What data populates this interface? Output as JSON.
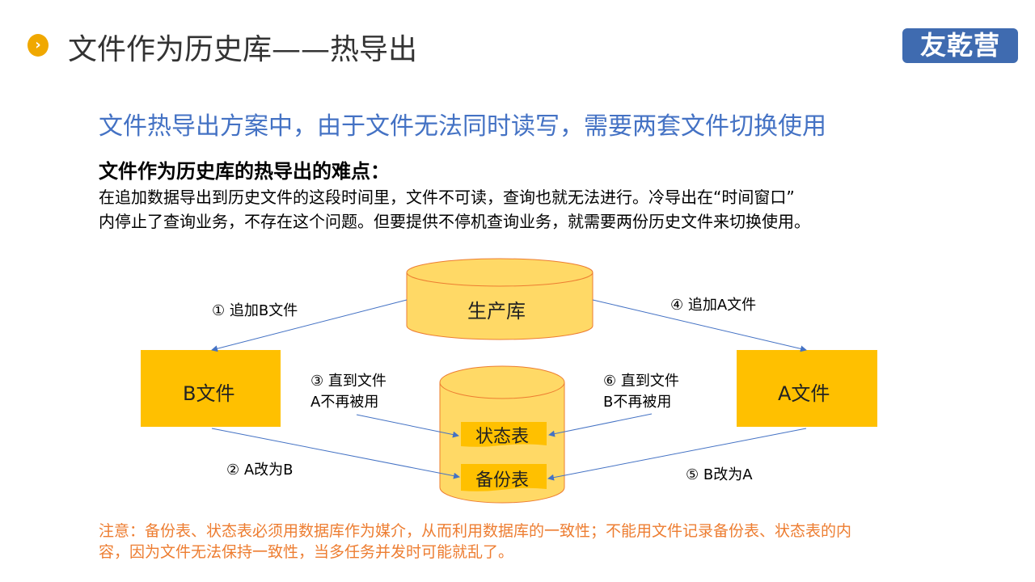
{
  "header": {
    "title": "文件作为历史库——热导出",
    "logo": "友乾营",
    "bullet_icon": "chevron-right-icon"
  },
  "subtitle": "文件热导出方案中，由于文件无法同时读写，需要两套文件切换使用",
  "heading": "文件作为历史库的热导出的难点：",
  "body": [
    "在追加数据导出到历史文件的这段时间里，文件不可读，查询也就无法进行。冷导出在“时间窗口”",
    "内停止了查询业务，不存在这个问题。但要提供不停机查询业务，就需要两份历史文件来切换使用。"
  ],
  "diagram": {
    "production_db": "生产库",
    "file_b": "B文件",
    "file_a": "A文件",
    "status_table": "状态表",
    "backup_table": "备份表",
    "step1": "① 追加B文件",
    "step2": "② A改为B",
    "step3": [
      "③ 直到文件",
      "A不再被用"
    ],
    "step4": "④ 追加A文件",
    "step5": "⑤ B改为A",
    "step6": [
      "⑥ 直到文件",
      "B不再被用"
    ]
  },
  "note": [
    "注意：备份表、状态表必须用数据库作为媒介，从而利用数据库的一致性；不能用文件记录备份表、状态表的内",
    "容，因为文件无法保持一致性，当多任务并发时可能就乱了。"
  ],
  "colors": {
    "accent": "#F0A800",
    "blue": "#4472C4",
    "orange": "#ED7D31",
    "box": "#FFC000",
    "cyl": "#FFD966"
  }
}
